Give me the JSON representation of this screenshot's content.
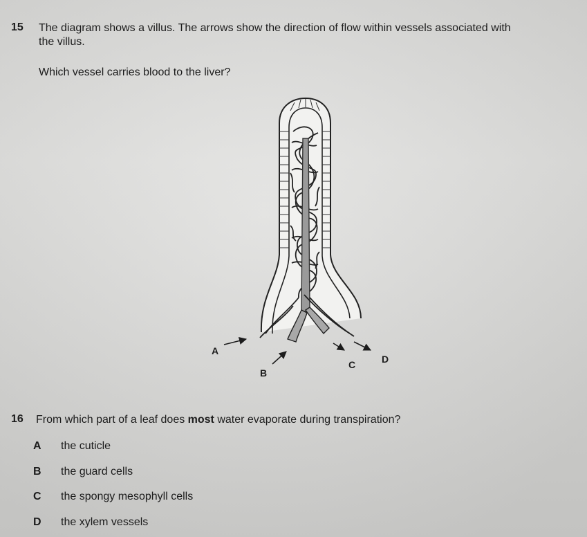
{
  "q15": {
    "number": "15",
    "line1": "The diagram shows a villus. The arrows show the direction of flow within vessels associated with",
    "line2": "the villus.",
    "question": "Which vessel carries blood to the liver?",
    "labels": {
      "a": "A",
      "b": "B",
      "c": "C",
      "d": "D"
    }
  },
  "q16": {
    "number": "16",
    "question_before": "From which part of a leaf does ",
    "question_bold": "most",
    "question_after": " water evaporate during transpiration?",
    "options": [
      {
        "letter": "A",
        "text": "the cuticle"
      },
      {
        "letter": "B",
        "text": "the guard cells"
      },
      {
        "letter": "C",
        "text": "the spongy mesophyll cells"
      },
      {
        "letter": "D",
        "text": "the xylem vessels"
      }
    ]
  }
}
